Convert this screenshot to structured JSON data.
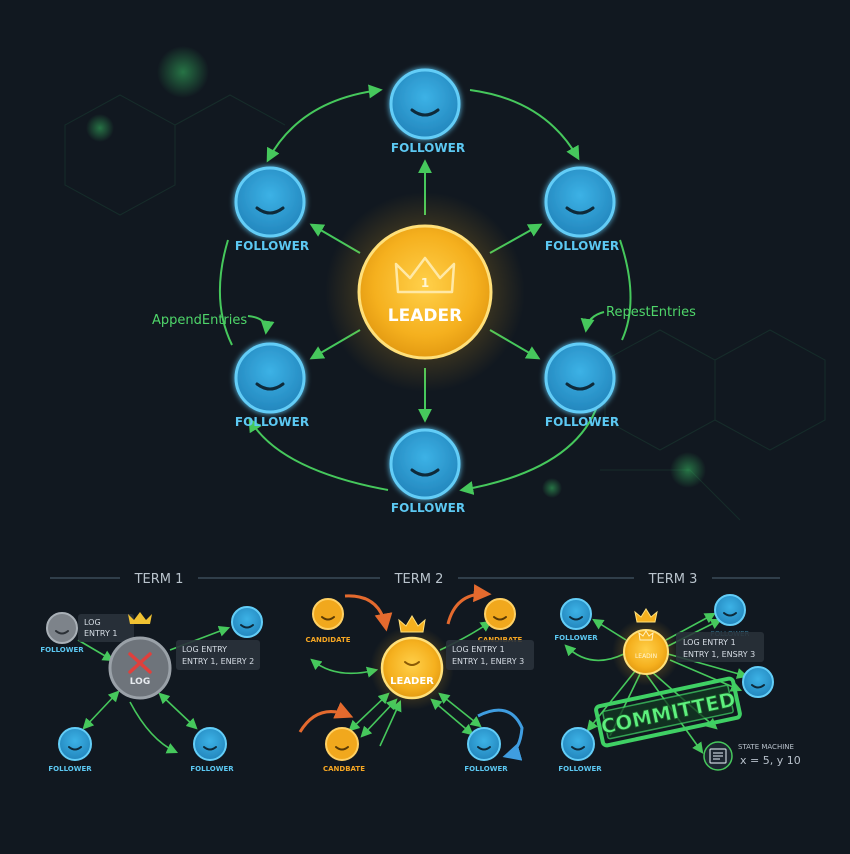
{
  "colors": {
    "background": "#111820",
    "follower": "#2ea4d8",
    "follower_ring": "#55c6f5",
    "leader": "#f5b01e",
    "leader_glow": "#ffd24a",
    "arrow": "#46c85c",
    "candidate": "#f1a81d",
    "cycle_orange": "#e46a2e",
    "cycle_blue": "#3f9de0",
    "failed": "#6e747b",
    "cross": "#e0403c",
    "committed": "#3fd064"
  },
  "top": {
    "leader_label": "LEADER",
    "leader_term": "1",
    "follower_label": "FOLLOWER",
    "left_message": "AppendEntries",
    "right_message": "RepestEntries"
  },
  "timeline": {
    "terms": [
      "TERM 1",
      "TERM 2",
      "TERM 3"
    ]
  },
  "term1": {
    "follower_label": "FOLLOWER",
    "failed_label": "LOG",
    "log_box_top": [
      "LOG",
      "ENTRY 1"
    ],
    "log_box_right": [
      "LOG      ENTRY",
      "ENTRY 1, ENERY 2"
    ]
  },
  "term2": {
    "leader_label": "LEADER",
    "candidate_label": "CANDIDATE",
    "candidate_label_alt": "CANDBATE",
    "candidate_label_top": "CANDIBATE",
    "follower_label": "FOLLOWER",
    "log_box": [
      "LOG     ENTRY 1",
      "ENTRY 1, ENERY 3"
    ]
  },
  "term3": {
    "follower_label": "FOLLOWER",
    "leader_label": "LEADIN",
    "follower_label_faded": "FOLLOWER",
    "log_box": [
      "LOG      ENTRY 1",
      "ENTRY 1, ENSRY 3"
    ],
    "stamp": "COMMITTED",
    "state_machine_title": "STATE MACHINE",
    "state_machine_value": "x = 5, y 10"
  }
}
